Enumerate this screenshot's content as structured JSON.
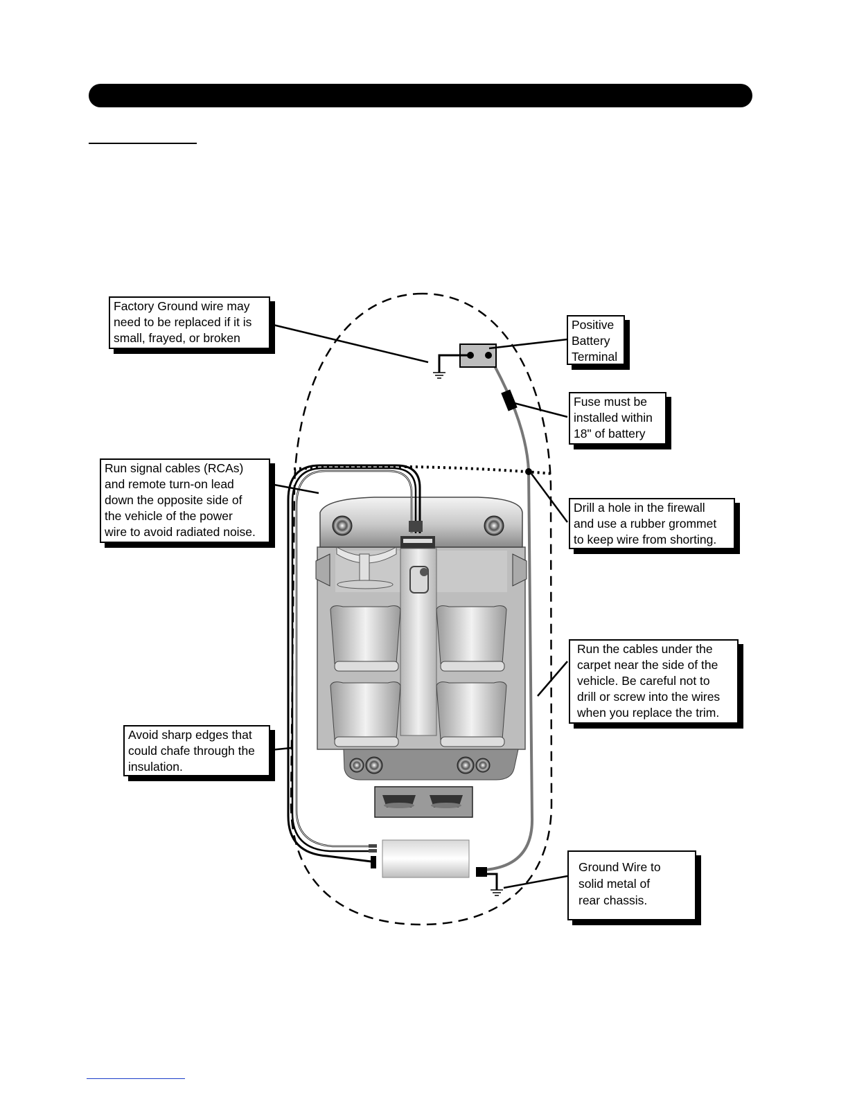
{
  "callouts": {
    "factory_ground": [
      "Factory Ground wire may",
      "need to be replaced if it is",
      "small, frayed, or broken"
    ],
    "positive_battery": [
      "Positive",
      "Battery",
      "Terminal"
    ],
    "fuse": [
      "Fuse must be",
      "installed within",
      "18\" of battery"
    ],
    "signal_cables": [
      "Run signal cables (RCAs)",
      "and remote turn-on lead",
      "down the opposite side of",
      "the vehicle of the power",
      "wire to avoid radiated noise."
    ],
    "firewall": [
      "Drill a hole in the firewall",
      "and use a rubber grommet",
      "to keep wire from shorting."
    ],
    "under_carpet": [
      "Run the cables under the",
      "carpet near the side of the",
      "vehicle. Be careful not to",
      "drill or screw into the wires",
      "when you replace the trim."
    ],
    "sharp_edges": [
      "Avoid sharp edges that",
      "could chafe through the",
      "insulation."
    ],
    "rear_ground": [
      "Ground Wire to",
      "solid metal of",
      "rear chassis."
    ]
  }
}
